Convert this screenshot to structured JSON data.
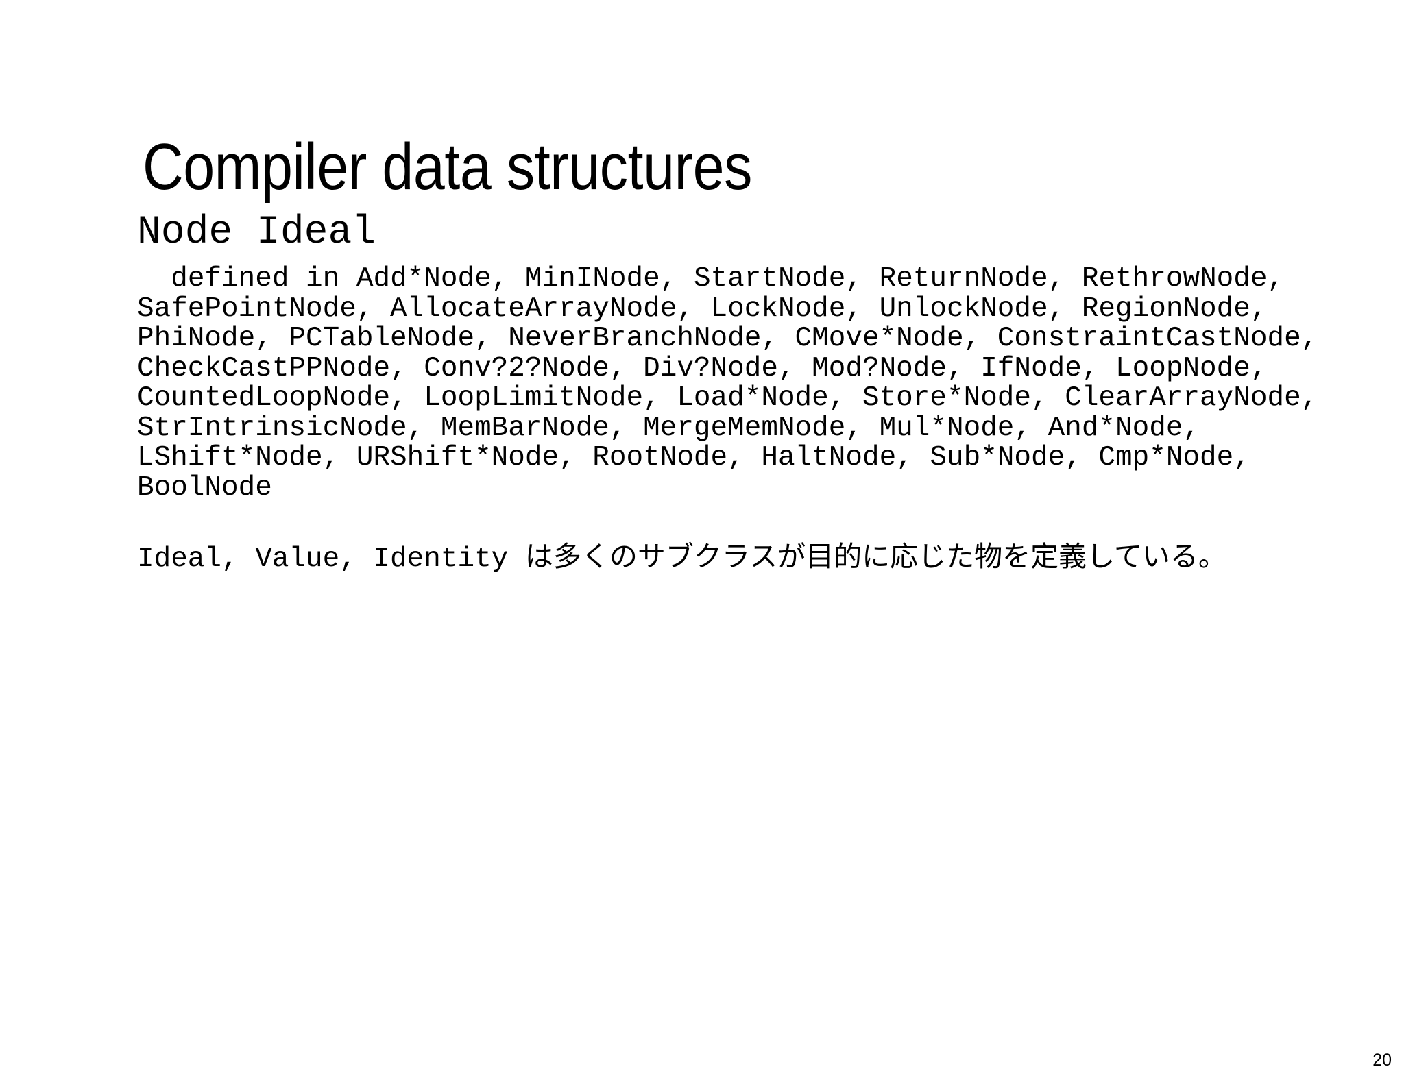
{
  "slide": {
    "title": "Compiler data structures",
    "section_heading": "Node Ideal",
    "code_text": "  defined in Add*Node, MinINode, StartNode, ReturnNode, RethrowNode, SafePointNode, AllocateArrayNode, LockNode, UnlockNode, RegionNode, PhiNode, PCTableNode, NeverBranchNode, CMove*Node, ConstraintCastNode, CheckCastPPNode, Conv?2?Node, Div?Node, Mod?Node, IfNode, LoopNode, CountedLoopNode, LoopLimitNode, Load*Node, Store*Node, ClearArrayNode, StrIntrinsicNode, MemBarNode, MergeMemNode, Mul*Node, And*Node, LShift*Node, URShift*Node, RootNode, HaltNode, Sub*Node, Cmp*Node, BoolNode",
    "code_lines": [
      "  defined in Add*Node, MinINode, StartNode, ReturnNode,",
      "RethrowNode, SafePointNode, AllocateArrayNode, LockNode,",
      "UnlockNode, RegionNode, PhiNode, PCTableNode,",
      "NeverBranchNode, CMove*Node, ConstraintCastNode,",
      "CheckCastPPNode, Conv?2?Node, Div?Node, Mod?Node,",
      "IfNode, LoopNode, CountedLoopNode, LoopLimitNode,",
      "Load*Node, Store*Node, ClearArrayNode, StrIntrinsicNode,",
      "MemBarNode, MergeMemNode, Mul*Node, And*Node,",
      "LShift*Node, URShift*Node, RootNode, HaltNode, Sub*Node,",
      "Cmp*Node, BoolNode"
    ],
    "note_code_prefix": "Ideal, Value, Identity ",
    "note_japanese": "は多くのサブクラスが目的に応じた物を定義している。",
    "page_number": "20",
    "colors": {
      "background": "#ffffff",
      "text": "#000000"
    }
  }
}
